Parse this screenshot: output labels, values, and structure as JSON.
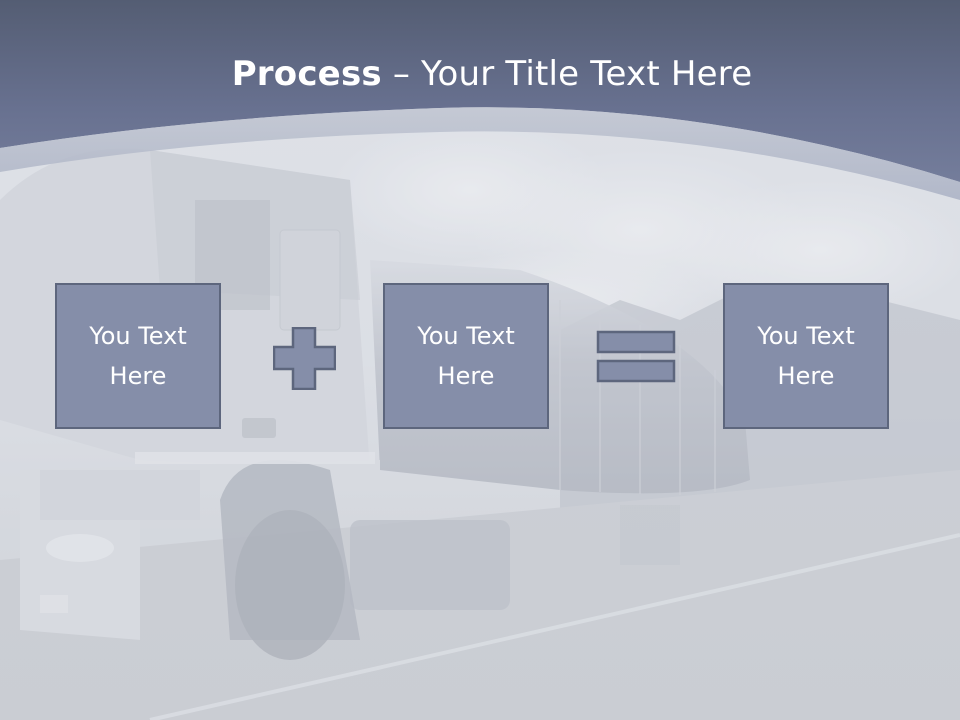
{
  "slide": {
    "title": {
      "bold": "Process",
      "rest": " – Your Title Text Here"
    },
    "boxes": [
      {
        "label": "You Text Here"
      },
      {
        "label": "You Text Here"
      },
      {
        "label": "You Text Here"
      }
    ],
    "operators": [
      {
        "symbol": "plus"
      },
      {
        "symbol": "equals"
      }
    ]
  },
  "colors": {
    "header": "#6b7594",
    "box_fill": "#858ea9",
    "box_border": "#5d667d",
    "text": "#ffffff"
  }
}
